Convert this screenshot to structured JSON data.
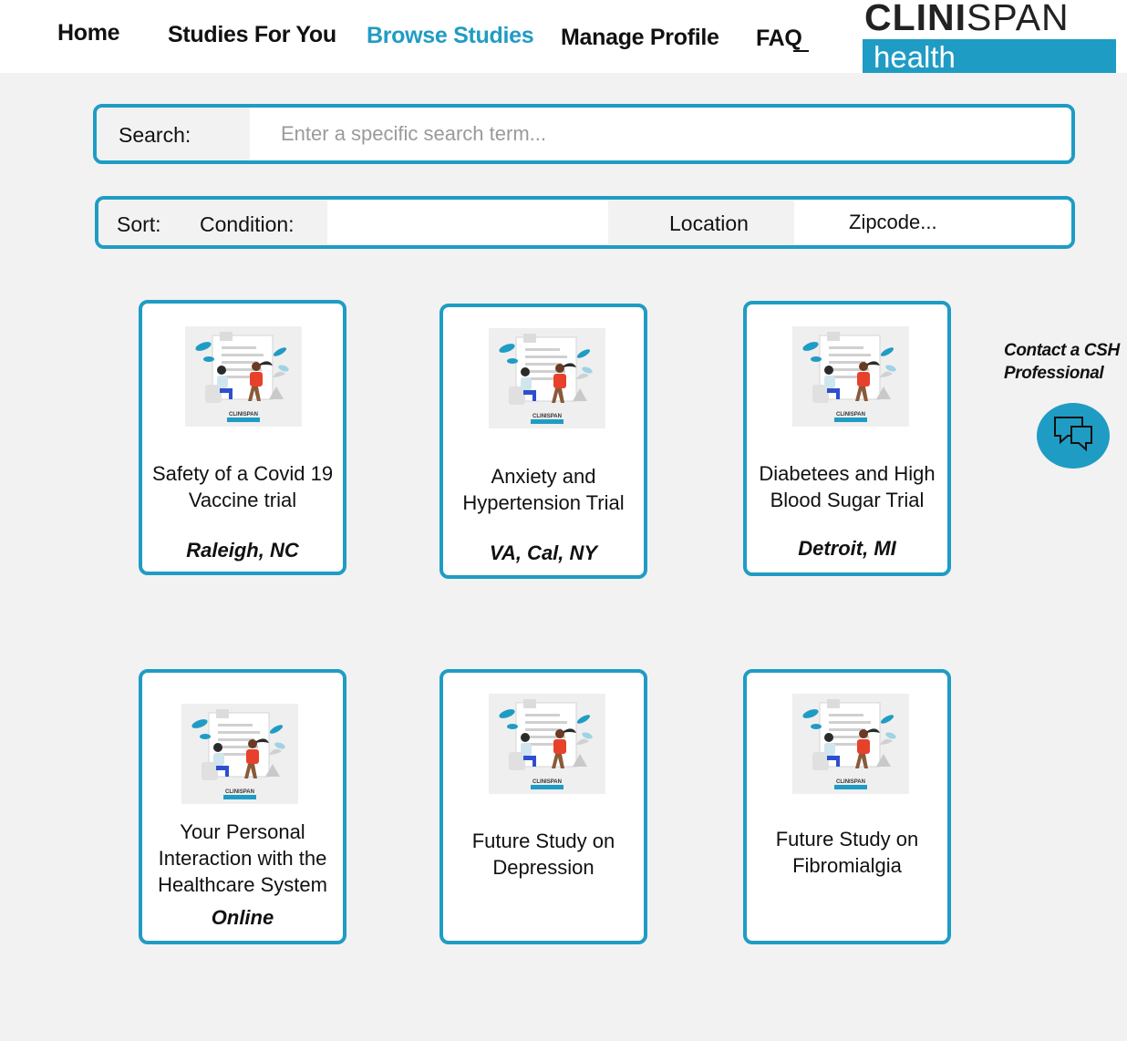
{
  "nav": {
    "items": [
      {
        "label": "Home"
      },
      {
        "label": "Studies For You"
      },
      {
        "label": "Browse Studies",
        "active": true
      },
      {
        "label": "Manage Profile"
      },
      {
        "label": "FAQ"
      }
    ]
  },
  "logo": {
    "brand_bold": "CLINI",
    "brand_light": "SPAN",
    "sub": "health"
  },
  "search": {
    "label": "Search:",
    "placeholder": "Enter a specific search term..."
  },
  "sort": {
    "label": "Sort:",
    "condition_label": "Condition:",
    "condition_value": "",
    "location_label": "Location",
    "zipcode_placeholder": "Zipcode..."
  },
  "thumb_logo": {
    "bold": "CLINI",
    "light": "SPAN",
    "sub": "health"
  },
  "studies": [
    {
      "title": "Safety of a Covid 19 Vaccine trial",
      "location": "Raleigh, NC"
    },
    {
      "title": "Anxiety and Hypertension Trial",
      "location": "VA, Cal, NY"
    },
    {
      "title": "Diabetees and High Blood Sugar Trial",
      "location": "Detroit, MI"
    },
    {
      "title": "Your Personal Interaction with the Healthcare System",
      "location": "Online"
    },
    {
      "title": "Future Study on Depression",
      "location": ""
    },
    {
      "title": "Future Study on Fibromialgia",
      "location": ""
    }
  ],
  "contact": {
    "label": "Contact a CSH Professional",
    "icon": "chat-bubbles-icon"
  },
  "colors": {
    "accent": "#1f9cc4",
    "background": "#f2f2f2"
  }
}
